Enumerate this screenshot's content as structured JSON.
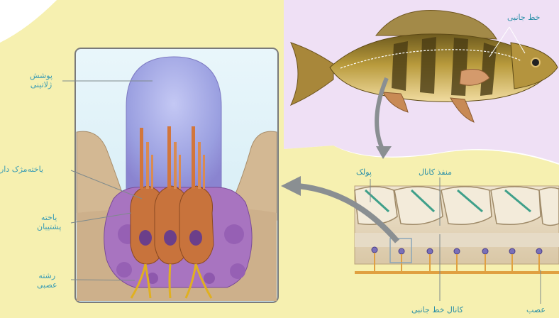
{
  "labels": {
    "gelatinous_cap": [
      "پوشش",
      "ژلاتینی"
    ],
    "ciliated_cell": "یاخته‌مژک دار",
    "support_cell": [
      "یاخته",
      "پشتیبان"
    ],
    "nerve_fiber": [
      "رشته",
      "عصبی"
    ],
    "lateral_line": "خط جانبی",
    "canal_opening": "منفذ کانال",
    "dimple": "پولک",
    "lateral_line_canal": "کانال خط جانبی",
    "nerve": "عصب"
  },
  "colors": {
    "label_text": "#2a8fa8",
    "cupula": "#9a9fe0",
    "support_cells": "#a874c0",
    "hair_cells": "#c8733c",
    "nerve": "#e0b020",
    "background_yellow": "#f6f0b0",
    "background_lavender": "#efe0f5"
  }
}
